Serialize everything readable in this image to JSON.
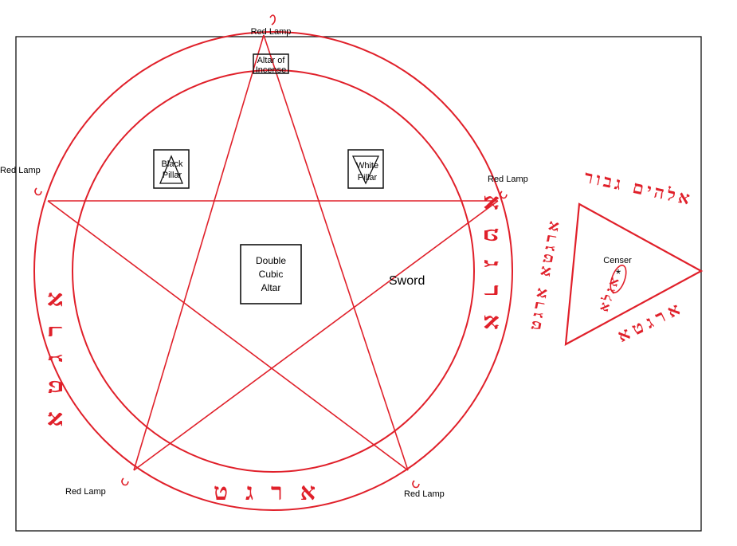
{
  "colors": {
    "ink_red": "#e0202a",
    "ink_black": "#111111",
    "paper": "#ffffff"
  },
  "labels": {
    "red_lamp_top": "Red Lamp",
    "red_lamp_left": "Red Lamp",
    "red_lamp_right": "Red Lamp",
    "red_lamp_bottom_left": "Red Lamp",
    "red_lamp_bottom_right": "Red Lamp",
    "altar_of_incense_line1": "Altar of",
    "altar_of_incense_line2": "Incense",
    "black_pillar_line1": "Black",
    "black_pillar_line2": "Pillar",
    "white_pillar_line1": "White",
    "white_pillar_line2": "Pillar",
    "double_cubic_altar_line1": "Double",
    "double_cubic_altar_line2": "Cubic",
    "double_cubic_altar_line3": "Altar",
    "sword": "Sword",
    "censer": "Censer",
    "censer_star": "*"
  },
  "hebrew": {
    "circle_top": "אלהים גבור",
    "circle_right": "ארגטא",
    "circle_bottom": "ארגט",
    "circle_left": "ארגטא",
    "triangle_top": "אלהים גבור",
    "triangle_right": "ארגטא",
    "triangle_left": "ארגטא ארגט",
    "triangle_inner": "אגלא"
  }
}
